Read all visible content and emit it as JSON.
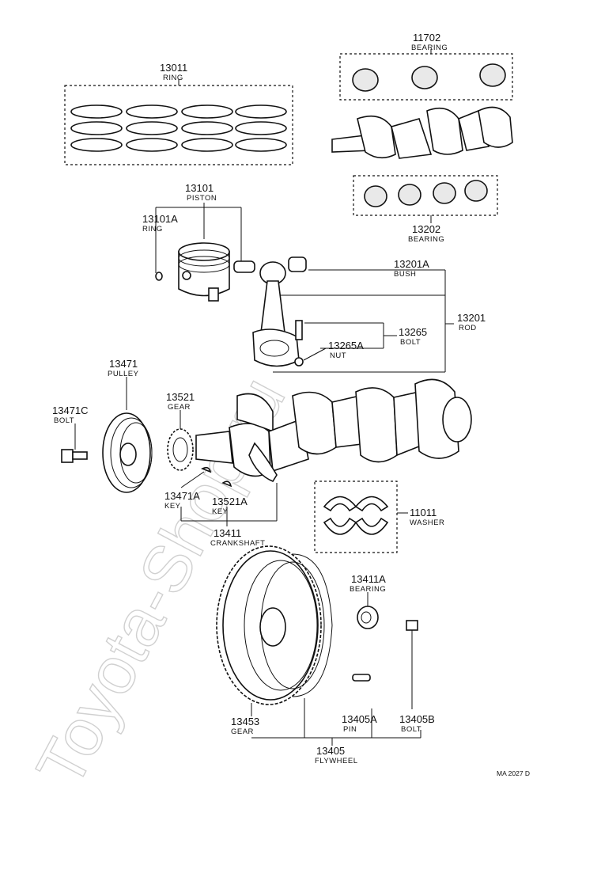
{
  "watermark": "Toyota-Shop.ru",
  "drawing_code": "MA 2027 D",
  "callouts": {
    "c13011": {
      "number": "13011",
      "name": "RING"
    },
    "c11702": {
      "number": "11702",
      "name": "BEARING"
    },
    "c13101": {
      "number": "13101",
      "name": "PISTON"
    },
    "c13101A": {
      "number": "13101A",
      "name": "RING"
    },
    "c13202": {
      "number": "13202",
      "name": "BEARING"
    },
    "c13201A": {
      "number": "13201A",
      "name": "BUSH"
    },
    "c13201": {
      "number": "13201",
      "name": "ROD"
    },
    "c13265": {
      "number": "13265",
      "name": "BOLT"
    },
    "c13265A": {
      "number": "13265A",
      "name": "NUT"
    },
    "c13471": {
      "number": "13471",
      "name": "PULLEY"
    },
    "c13521": {
      "number": "13521",
      "name": "GEAR"
    },
    "c13471C": {
      "number": "13471C",
      "name": "BOLT"
    },
    "c13471A": {
      "number": "13471A",
      "name": "KEY"
    },
    "c13521A": {
      "number": "13521A",
      "name": "KEY"
    },
    "c13411": {
      "number": "13411",
      "name": "CRANKSHAFT"
    },
    "c11011": {
      "number": "11011",
      "name": "WASHER"
    },
    "c13411A": {
      "number": "13411A",
      "name": "BEARING"
    },
    "c13453": {
      "number": "13453",
      "name": "GEAR"
    },
    "c13405A": {
      "number": "13405A",
      "name": "PIN"
    },
    "c13405B": {
      "number": "13405B",
      "name": "BOLT"
    },
    "c13405": {
      "number": "13405",
      "name": "FLYWHEEL"
    }
  }
}
